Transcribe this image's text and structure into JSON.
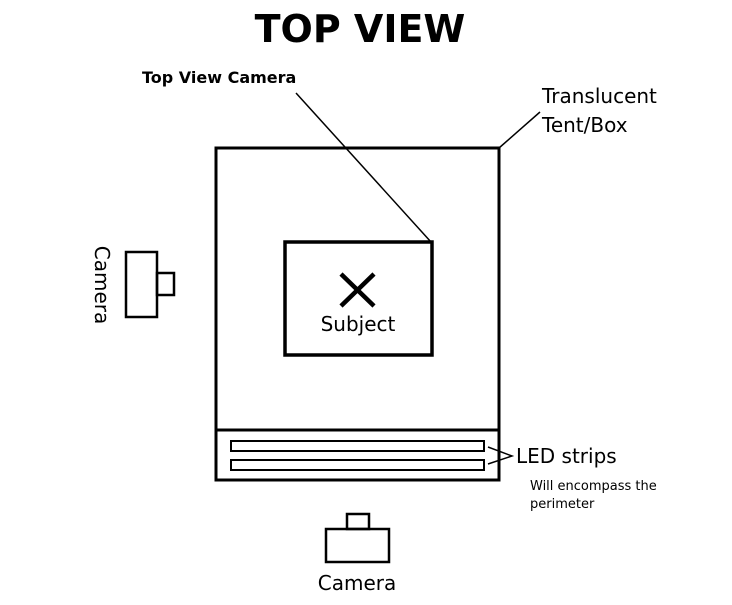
{
  "title": "TOP VIEW",
  "labels": {
    "top_view_camera": "Top View Camera",
    "tent": [
      "Translucent",
      "Tent/Box"
    ],
    "subject": "Subject",
    "led_strips": "LED strips",
    "led_note": [
      "Will encompass the",
      "perimeter"
    ],
    "camera_bottom": "Camera",
    "camera_left": "Camera"
  },
  "icons": {
    "subject_marker": "x-mark-icon"
  }
}
